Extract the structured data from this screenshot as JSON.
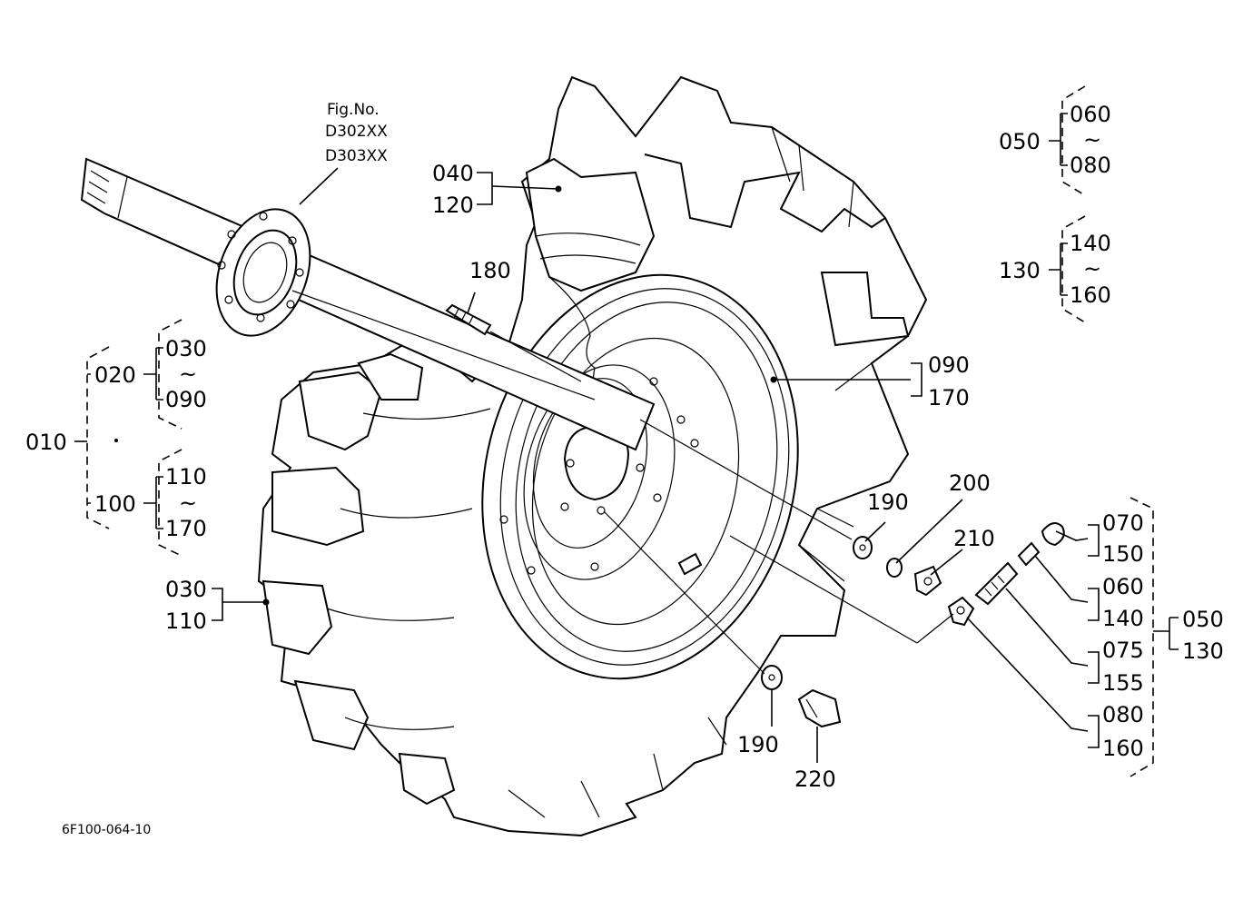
{
  "figure": {
    "fig_no_label": "Fig.No.",
    "fig_codes": [
      "D302XX",
      "D303XX"
    ],
    "drawing_code": "6F100-064-10"
  },
  "labels": {
    "l040": "040",
    "l120": "120",
    "l180": "180",
    "l050a": "050",
    "l060a": "060",
    "l080a": "080",
    "l130a": "130",
    "l140a": "140",
    "l160a": "160",
    "l090": "090",
    "l170": "170",
    "l020": "020",
    "l030a": "030",
    "l090b": "090",
    "l010": "010",
    "l100": "100",
    "l110a": "110",
    "l170b": "170",
    "l030b": "030",
    "l110b": "110",
    "l190a": "190",
    "l200": "200",
    "l210": "210",
    "l070": "070",
    "l150": "150",
    "l060b": "060",
    "l140b": "140",
    "l050b": "050",
    "l130b": "130",
    "l075": "075",
    "l155": "155",
    "l080b": "080",
    "l160b": "160",
    "l190b": "190",
    "l220": "220",
    "tilde": "~"
  }
}
